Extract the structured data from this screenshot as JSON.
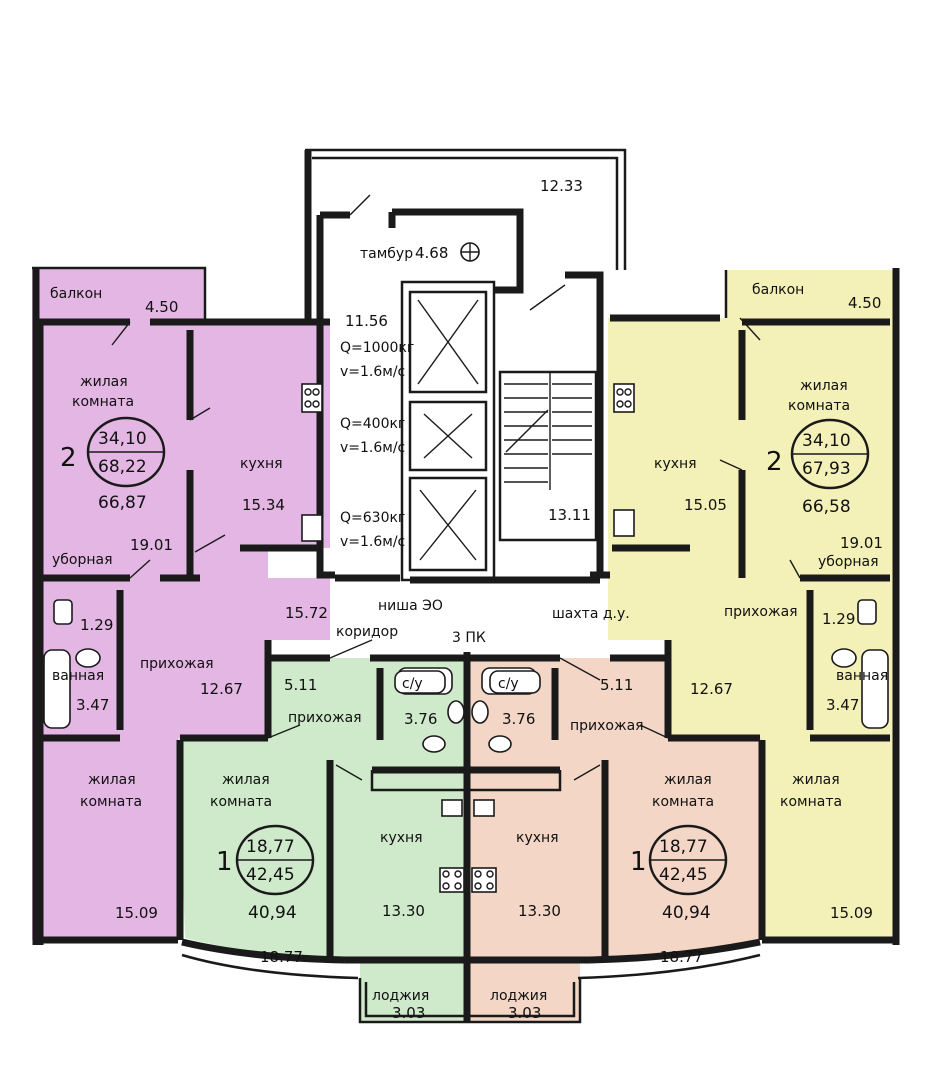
{
  "colors": {
    "apt_left_2room": "#e3b6e3",
    "apt_right_2room": "#f4f1b8",
    "apt_left_1room": "#cfeacb",
    "apt_right_1room": "#f3d6c6",
    "core": "#ffffff",
    "walls": "#1a1a1a"
  },
  "core": {
    "top_area": "12.33",
    "tambur": "тамбур",
    "tambur_area": "4.68",
    "lift_hall_area": "11.56",
    "lift1_q": "Q=1000кг",
    "lift1_v": "v=1.6м/с",
    "lift2_q": "Q=400кг",
    "lift2_v": "v=1.6м/с",
    "lift3_q": "Q=630кг",
    "lift3_v": "v=1.6м/с",
    "stair_area": "13.11",
    "niche": "ниша ЭО",
    "shaft": "шахта д.у.",
    "corridor_area": "15.72",
    "corridor": "коридор",
    "pk": "3 ПК"
  },
  "apt_left_2": {
    "balcony": "балкон",
    "balcony_area": "4.50",
    "room_label_1": "жилая",
    "room_label_2": "комната",
    "rooms_count": "2",
    "living_area": "34,10",
    "total_area": "68,22",
    "net_area": "66,87",
    "kitchen": "кухня",
    "kitchen_area": "15.34",
    "room1_area": "19.01",
    "toilet": "уборная",
    "toilet_area": "1.29",
    "bath": "ванная",
    "bath_area": "3.47",
    "hall": "прихожая",
    "hall_area": "12.67",
    "room2_area": "15.09"
  },
  "apt_right_2": {
    "balcony": "балкон",
    "balcony_area": "4.50",
    "room_label_1": "жилая",
    "room_label_2": "комната",
    "rooms_count": "2",
    "living_area": "34,10",
    "total_area": "67,93",
    "net_area": "66,58",
    "kitchen": "кухня",
    "kitchen_area": "15.05",
    "room1_area": "19.01",
    "toilet": "уборная",
    "toilet_area": "1.29",
    "bath": "ванная",
    "bath_area": "3.47",
    "hall": "прихожая",
    "hall_area": "12.67",
    "room2_area": "15.09"
  },
  "apt_left_1": {
    "corridor_area": "5.11",
    "su": "с/у",
    "su_area": "3.76",
    "hall": "прихожая",
    "room_label_1": "жилая",
    "room_label_2": "комната",
    "rooms_count": "1",
    "living_area": "18,77",
    "total_area": "42,45",
    "net_area": "40,94",
    "room_area": "18.77",
    "kitchen": "кухня",
    "kitchen_area": "13.30",
    "loggia": "лоджия",
    "loggia_area": "3.03"
  },
  "apt_right_1": {
    "corridor_area": "5.11",
    "su": "с/у",
    "su_area": "3.76",
    "hall": "прихожая",
    "room_label_1": "жилая",
    "room_label_2": "комната",
    "rooms_count": "1",
    "living_area": "18,77",
    "total_area": "42,45",
    "net_area": "40,94",
    "room_area": "18.77",
    "kitchen": "кухня",
    "kitchen_area": "13.30",
    "loggia": "лоджия",
    "loggia_area": "3.03"
  }
}
